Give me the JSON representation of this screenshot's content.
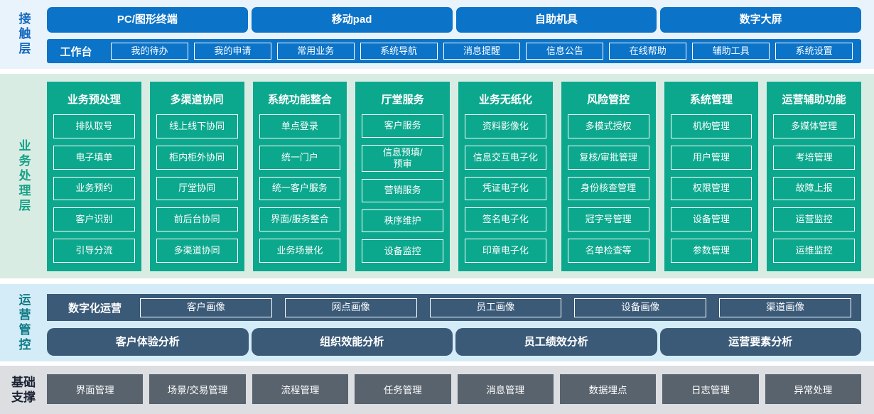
{
  "colors": {
    "bar_blue": "#0b73c8",
    "column_teal": "#0ca88e",
    "bar_slate": "#3a5a78",
    "box_gray": "#59636d",
    "contact_bg": "#e9f3fc",
    "business_bg": "#d9ece3",
    "ops_bg": "#d4ecf7",
    "foundation_bg": "#dcdee2",
    "contact_label": "#1468bd",
    "business_label": "#17a287",
    "ops_label": "#0d7a86",
    "foundation_label": "#1a2233"
  },
  "contact_layer": {
    "label": "接触层",
    "terminals": [
      "PC/图形终端",
      "移动pad",
      "自助机具",
      "数字大屏"
    ],
    "workbench": {
      "label": "工作台",
      "items": [
        "我的待办",
        "我的申请",
        "常用业务",
        "系统导航",
        "消息提醒",
        "信息公告",
        "在线帮助",
        "辅助工具",
        "系统设置"
      ]
    }
  },
  "business_layer": {
    "label": "业务处理层",
    "columns": [
      {
        "title": "业务预处理",
        "items": [
          "排队取号",
          "电子填单",
          "业务预约",
          "客户识别",
          "引导分流"
        ]
      },
      {
        "title": "多渠道协同",
        "items": [
          "线上线下协同",
          "柜内柜外协同",
          "厅堂协同",
          "前后台协同",
          "多渠道协同"
        ]
      },
      {
        "title": "系统功能整合",
        "items": [
          "单点登录",
          "统一门户",
          "统一客户服务",
          "界面/服务整合",
          "业务场景化"
        ]
      },
      {
        "title": "厅堂服务",
        "items": [
          "客户服务",
          "信息预填/\n预审",
          "营销服务",
          "秩序维护",
          "设备监控"
        ]
      },
      {
        "title": "业务无纸化",
        "items": [
          "资料影像化",
          "信息交互电子化",
          "凭证电子化",
          "签名电子化",
          "印章电子化"
        ]
      },
      {
        "title": "风险管控",
        "items": [
          "多模式授权",
          "复核/审批管理",
          "身份核查管理",
          "冠字号管理",
          "名单检查等"
        ]
      },
      {
        "title": "系统管理",
        "items": [
          "机构管理",
          "用户管理",
          "权限管理",
          "设备管理",
          "参数管理"
        ]
      },
      {
        "title": "运营辅助功能",
        "items": [
          "多媒体管理",
          "考培管理",
          "故障上报",
          "运营监控",
          "运维监控"
        ]
      }
    ]
  },
  "operations_layer": {
    "label": "运营管控",
    "digital_ops": {
      "label": "数字化运营",
      "items": [
        "客户画像",
        "网点画像",
        "员工画像",
        "设备画像",
        "渠道画像"
      ]
    },
    "analysis": [
      "客户体验分析",
      "组织效能分析",
      "员工绩效分析",
      "运营要素分析"
    ]
  },
  "foundation_layer": {
    "label": "基础支撑",
    "items": [
      "界面管理",
      "场景/交易管理",
      "流程管理",
      "任务管理",
      "消息管理",
      "数据埋点",
      "日志管理",
      "异常处理"
    ]
  }
}
